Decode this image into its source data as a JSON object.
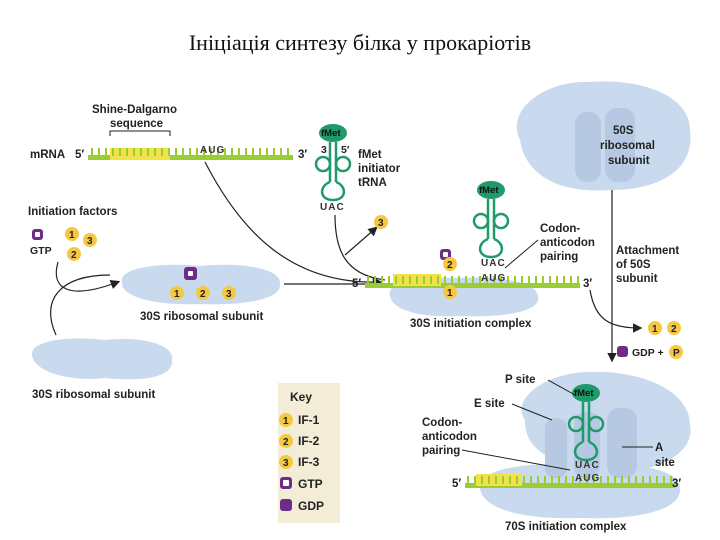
{
  "title": "Ініціація синтезу білка у прокаріотів",
  "mrna": {
    "label": "mRNA",
    "five_prime": "5′",
    "three_prime": "3′",
    "codon": "AUG",
    "shine_dalgarno_line1": "Shine-Dalgarno",
    "shine_dalgarno_line2": "sequence"
  },
  "trna": {
    "fmet": "fMet",
    "anticodon": "UAC",
    "codon": "AUG",
    "label_line1": "fMet",
    "label_line2": "initiator",
    "label_line3": "tRNA",
    "three": "3",
    "five": "5′"
  },
  "initiation_factors": {
    "label": "Initiation factors",
    "gtp": "GTP",
    "if1": "1",
    "if2": "2",
    "if3": "3"
  },
  "subunits": {
    "s30_top": "30S ribosomal subunit",
    "s30_bottom": "30S ribosomal subunit",
    "s50_line1": "50S",
    "s50_line2": "ribosomal",
    "s50_line3": "subunit"
  },
  "complexes": {
    "initiation_30s": "30S initiation complex",
    "initiation_70s": "70S initiation complex"
  },
  "pairing": {
    "line1": "Codon-",
    "line2": "anticodon",
    "line3": "pairing"
  },
  "attachment": {
    "line1": "Attachment",
    "line2": "of 50S",
    "line3": "subunit"
  },
  "release": {
    "gdp_plus": "GDP +",
    "p": "P"
  },
  "sites": {
    "p": "P site",
    "e": "E site",
    "a_line1": "A",
    "a_line2": "site"
  },
  "key": {
    "title": "Key",
    "items": [
      {
        "num": "1",
        "label": "IF-1"
      },
      {
        "num": "2",
        "label": "IF-2"
      },
      {
        "num": "3",
        "label": "IF-3"
      },
      {
        "num": "",
        "label": "GTP"
      },
      {
        "num": "",
        "label": "GDP"
      }
    ]
  },
  "colors": {
    "ribosome": "#c9d9ee",
    "mrna": "#9acd32",
    "shine_dalgarno": "#f2e24a",
    "trna": "#1f9a6a",
    "factor": "#f5c842",
    "gtp": "#6b2d86"
  }
}
